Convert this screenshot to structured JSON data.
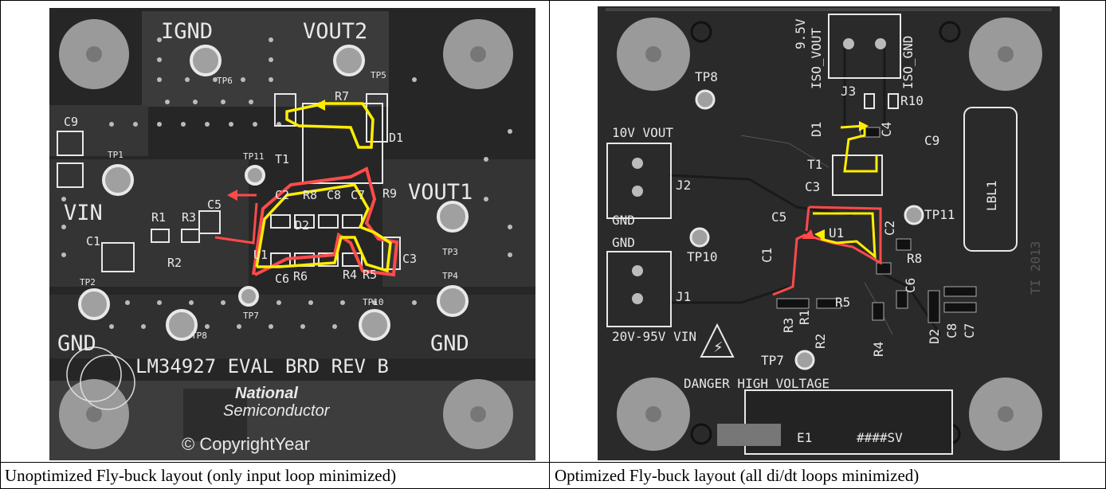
{
  "figure": {
    "left_panel": {
      "caption": "Unoptimized Fly-buck layout (only input loop minimized)",
      "labels": {
        "ignd": "IGND",
        "vout2": "VOUT2",
        "vout1": "VOUT1",
        "vin": "VIN",
        "gnd_left": "GND",
        "gnd_right": "GND",
        "board": "LM34927 EVAL BRD REV B",
        "brand_1": "National",
        "brand_2": "Semiconductor",
        "copyright": "© CopyrightYear",
        "c9": "C9",
        "c1": "C1",
        "c5": "C5",
        "c2": "C2",
        "c8": "C8",
        "c7": "C7",
        "c3": "C3",
        "c6": "C6",
        "r1": "R1",
        "r2": "R2",
        "r3": "R3",
        "r4": "R4",
        "r5": "R5",
        "r6": "R6",
        "r7": "R7",
        "r8": "R8",
        "r9": "R9",
        "d1": "D1",
        "d2": "D2",
        "t1": "T1",
        "u1": "U1",
        "tp1": "TP1",
        "tp2": "TP2",
        "tp3": "TP3",
        "tp4": "TP4",
        "tp5": "TP5",
        "tp6": "TP6",
        "tp7": "TP7",
        "tp8": "TP8",
        "tp10": "TP10",
        "tp11": "TP11"
      }
    },
    "right_panel": {
      "caption": "Optimized Fly-buck layout (all di/dt loops minimized)",
      "labels": {
        "v95": "9.5V",
        "iso_vout": "ISO_VOUT",
        "iso_gnd": "ISO_GND",
        "j3": "J3",
        "r10": "R10",
        "tp8": "TP8",
        "vout10": "10V VOUT",
        "j2": "J2",
        "gnd1": "GND",
        "gnd2": "GND",
        "j1": "J1",
        "vin": "20V-95V VIN",
        "tp10": "TP10",
        "tp11": "TP11",
        "tp7": "TP7",
        "danger": "DANGER HIGH VOLTAGE",
        "lbl1": "LBL1",
        "year": "TI 2013",
        "d1": "D1",
        "c4": "C4",
        "c9": "C9",
        "t1": "T1",
        "c3": "C3",
        "c5": "C5",
        "u1": "U1",
        "c2": "C2",
        "c1": "C1",
        "r8": "R8",
        "c6": "C6",
        "r5": "R5",
        "r3": "R3",
        "r1": "R1",
        "r2": "R2",
        "r4": "R4",
        "d2": "D2",
        "c8": "C8",
        "c7": "C7",
        "e1": "E1",
        "sn": "####SV"
      }
    },
    "colors": {
      "board": "#2a2a2a",
      "copper": "#3a3a3a",
      "loop_red": "#ff4a4a",
      "loop_yellow": "#ffee00",
      "pad": "#9a9a9a"
    }
  }
}
